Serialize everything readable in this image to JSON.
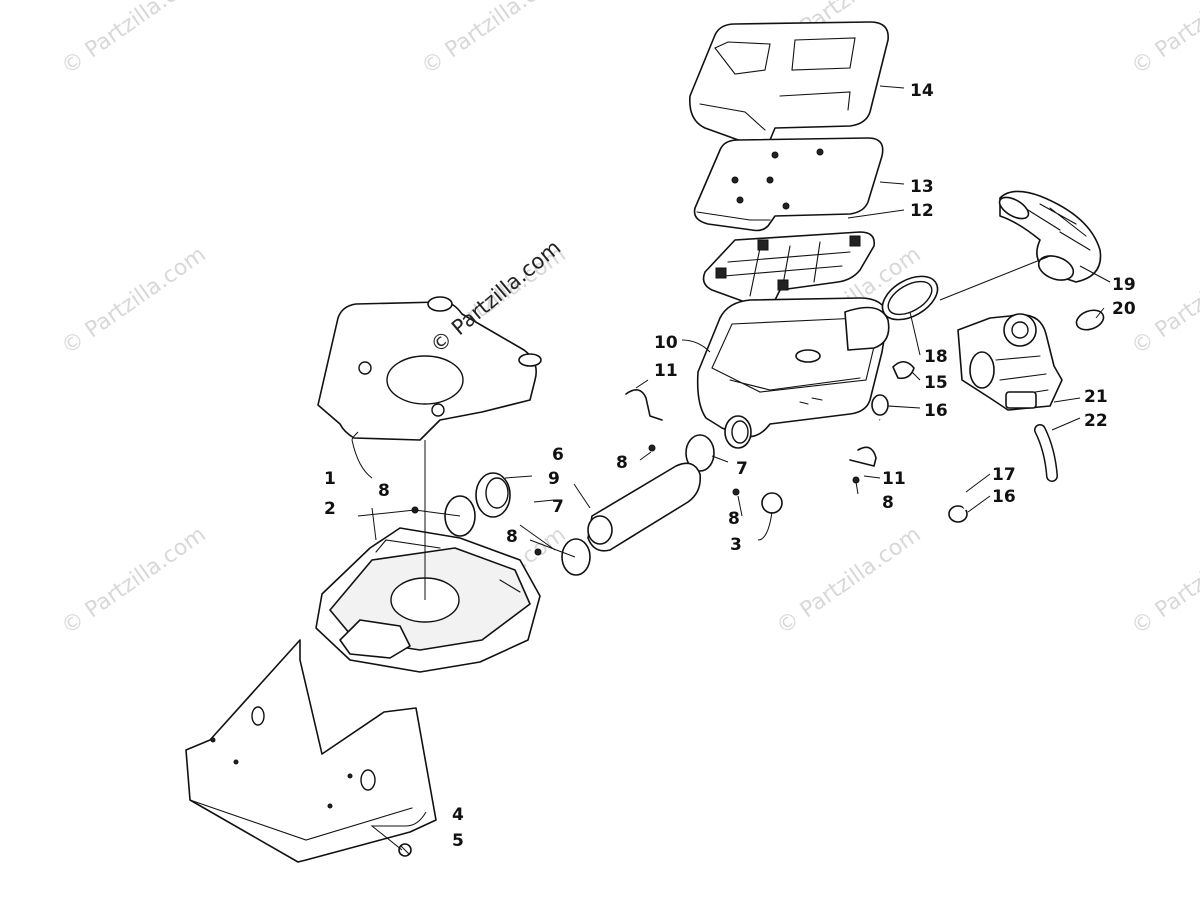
{
  "watermarks": [
    "© Partzilla.com",
    "© Partzilla.com",
    "© Partzilla.com",
    "© Partzilla.com",
    "© Partzilla.com",
    "© Partzilla.com",
    "© Partzilla.com",
    "© Partzilla.com",
    "© Partzilla.com",
    "© Partzilla.com",
    "© Partzilla.com",
    "© Partzilla.com"
  ],
  "center_watermark": "© Partzilla.com",
  "callouts": [
    {
      "id": "c1",
      "label": "1"
    },
    {
      "id": "c2",
      "label": "2"
    },
    {
      "id": "c3",
      "label": "3"
    },
    {
      "id": "c4",
      "label": "4"
    },
    {
      "id": "c5",
      "label": "5"
    },
    {
      "id": "c6",
      "label": "6"
    },
    {
      "id": "c7a",
      "label": "7"
    },
    {
      "id": "c7b",
      "label": "7"
    },
    {
      "id": "c8a",
      "label": "8"
    },
    {
      "id": "c8b",
      "label": "8"
    },
    {
      "id": "c8c",
      "label": "8"
    },
    {
      "id": "c8d",
      "label": "8"
    },
    {
      "id": "c8e",
      "label": "8"
    },
    {
      "id": "c9",
      "label": "9"
    },
    {
      "id": "c10",
      "label": "10"
    },
    {
      "id": "c11a",
      "label": "11"
    },
    {
      "id": "c11b",
      "label": "11"
    },
    {
      "id": "c12",
      "label": "12"
    },
    {
      "id": "c13",
      "label": "13"
    },
    {
      "id": "c14",
      "label": "14"
    },
    {
      "id": "c15",
      "label": "15"
    },
    {
      "id": "c16a",
      "label": "16"
    },
    {
      "id": "c16b",
      "label": "16"
    },
    {
      "id": "c17",
      "label": "17"
    },
    {
      "id": "c18",
      "label": "18"
    },
    {
      "id": "c19",
      "label": "19"
    },
    {
      "id": "c20",
      "label": "20"
    },
    {
      "id": "c21",
      "label": "21"
    },
    {
      "id": "c22",
      "label": "22"
    }
  ]
}
